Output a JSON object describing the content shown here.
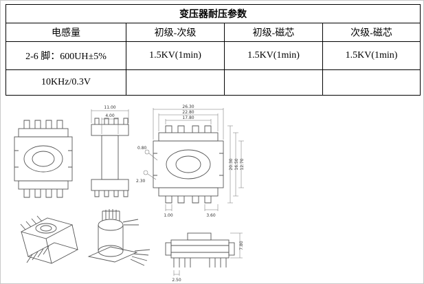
{
  "table": {
    "title": "变压器耐压参数",
    "headers": [
      "电感量",
      "初级-次级",
      "初级-磁芯",
      "次级-磁芯"
    ],
    "rows": [
      [
        "2-6 脚：600UH±5%",
        "1.5KV(1min)",
        "1.5KV(1min)",
        "1.5KV(1min)"
      ],
      [
        "10KHz/0.3V",
        "",
        "",
        ""
      ]
    ]
  },
  "drawings": {
    "front_view": {
      "width_dims": [
        "26.30",
        "22.80",
        "17.80"
      ],
      "height_dims": [
        "20.30",
        "16.50",
        "12.70"
      ],
      "bottom_dims": [
        "1.00",
        "3.60"
      ],
      "leader_notes": [
        "0.80",
        "2.30"
      ]
    },
    "side_view": {
      "width_dims": [
        "11.00",
        "4.00"
      ]
    },
    "assembly_view": {
      "height_dim": "7.80",
      "pitch_dim": "2.50"
    }
  },
  "colors": {
    "line": "#555555",
    "dimension": "#777777",
    "table_border": "#000000"
  }
}
